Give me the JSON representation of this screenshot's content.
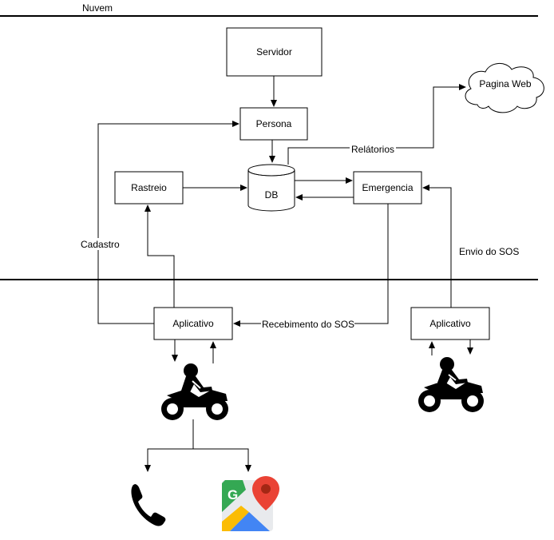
{
  "zones": {
    "cloud_label": "Nuvem"
  },
  "nodes": {
    "servidor": "Servidor",
    "persona": "Persona",
    "db": "DB",
    "rastreio": "Rastreio",
    "emergencia": "Emergencia",
    "pagina_web": "Pagina Web",
    "aplicativo_left": "Aplicativo",
    "aplicativo_right": "Aplicativo"
  },
  "edge_labels": {
    "relatorios": "Relátorios",
    "cadastro": "Cadastro",
    "envio_sos": "Envio  do SOS",
    "recebimento_sos": "Recebimento do SOS"
  },
  "maps_logo_letter": "G",
  "icons": [
    "motorcycle-icon",
    "phone-icon",
    "google-maps-icon",
    "cloud-shape"
  ],
  "colors": {
    "stroke": "#000000",
    "maps_green": "#34A853",
    "maps_blue": "#4285F4",
    "maps_yellow": "#FBBC04",
    "maps_red": "#EA4335",
    "maps_gray": "#E8EAED"
  }
}
